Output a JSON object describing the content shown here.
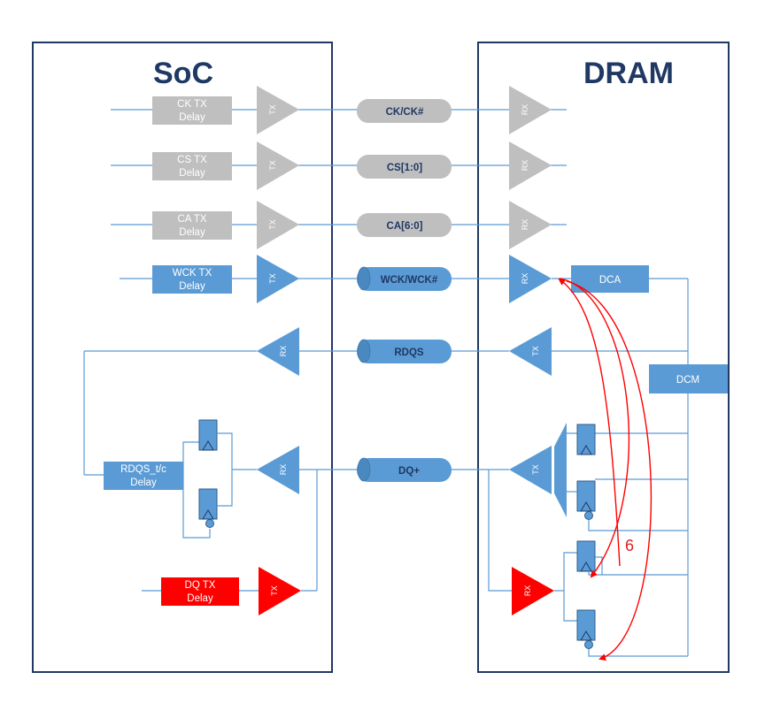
{
  "soc": {
    "title": "SoC"
  },
  "dram": {
    "title": "DRAM"
  },
  "tx_delays": [
    {
      "line1": "CK TX",
      "line2": "Delay"
    },
    {
      "line1": "CS TX",
      "line2": "Delay"
    },
    {
      "line1": "CA TX",
      "line2": "Delay"
    },
    {
      "line1": "WCK TX",
      "line2": "Delay"
    }
  ],
  "rdqs_delay": {
    "line1": "RDQS_t/c",
    "line2": "Delay"
  },
  "dq_tx_delay": {
    "line1": "DQ TX",
    "line2": "Delay"
  },
  "buses": [
    "CK/CK#",
    "CS[1:0]",
    "CA[6:0]",
    "WCK/WCK#",
    "RDQS",
    "DQ+"
  ],
  "buffer_labels": {
    "tx": "TX",
    "rx": "RX"
  },
  "dram_blocks": {
    "dca": "DCA",
    "dcm": "DCM"
  },
  "annotation": "6",
  "colors": {
    "blue": "#5b9bd5",
    "gray": "#bfbfbf",
    "red": "#ff0000",
    "border": "#1f3864",
    "title": "#1f3864"
  }
}
